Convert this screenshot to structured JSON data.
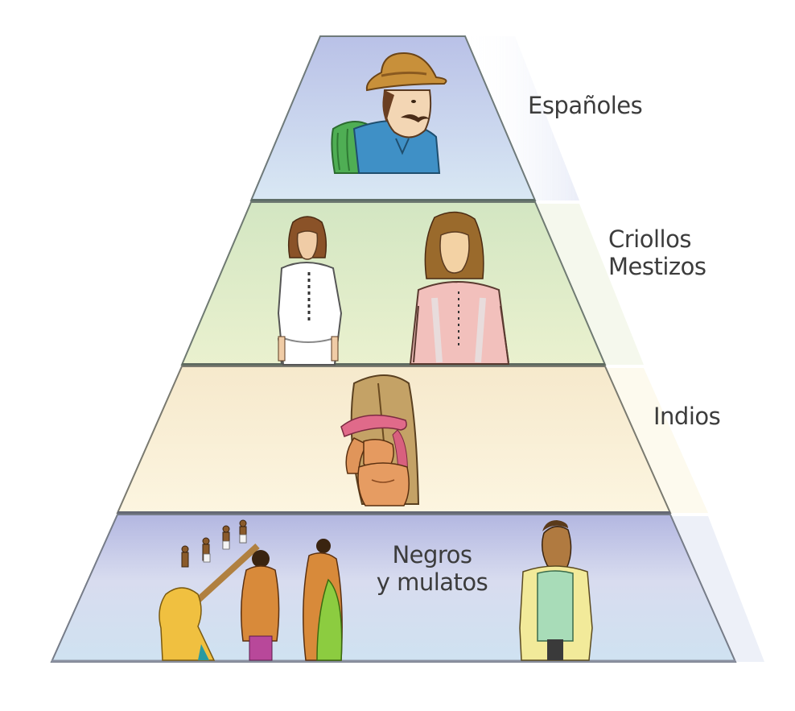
{
  "diagram": {
    "type": "social-pyramid",
    "title": "",
    "tiers": [
      {
        "level": 1,
        "labels": [
          "Españoles"
        ],
        "fill_top": "#b8c2e6",
        "fill_bottom": "#d6e6f4",
        "illustration": "spaniard-with-hat-and-rope"
      },
      {
        "level": 2,
        "labels": [
          "Criollos",
          "Mestizos"
        ],
        "fill_top": "#d8e8c4",
        "fill_bottom": "#e8f0cc",
        "illustration": "two-long-haired-men-in-tunics"
      },
      {
        "level": 3,
        "labels": [
          "Indios"
        ],
        "fill_top": "#f8ecd0",
        "fill_bottom": "#fbf3dc",
        "illustration": "indigenous-man-carrying-load"
      },
      {
        "level": 4,
        "labels": [
          "Negros",
          "y mulatos"
        ],
        "fill_top": "#b4b8e2",
        "fill_bottom": "#d2e4f2",
        "illustration": "enslaved-workers-and-mulatto-man"
      }
    ],
    "edge_color": "#6e7a72"
  }
}
